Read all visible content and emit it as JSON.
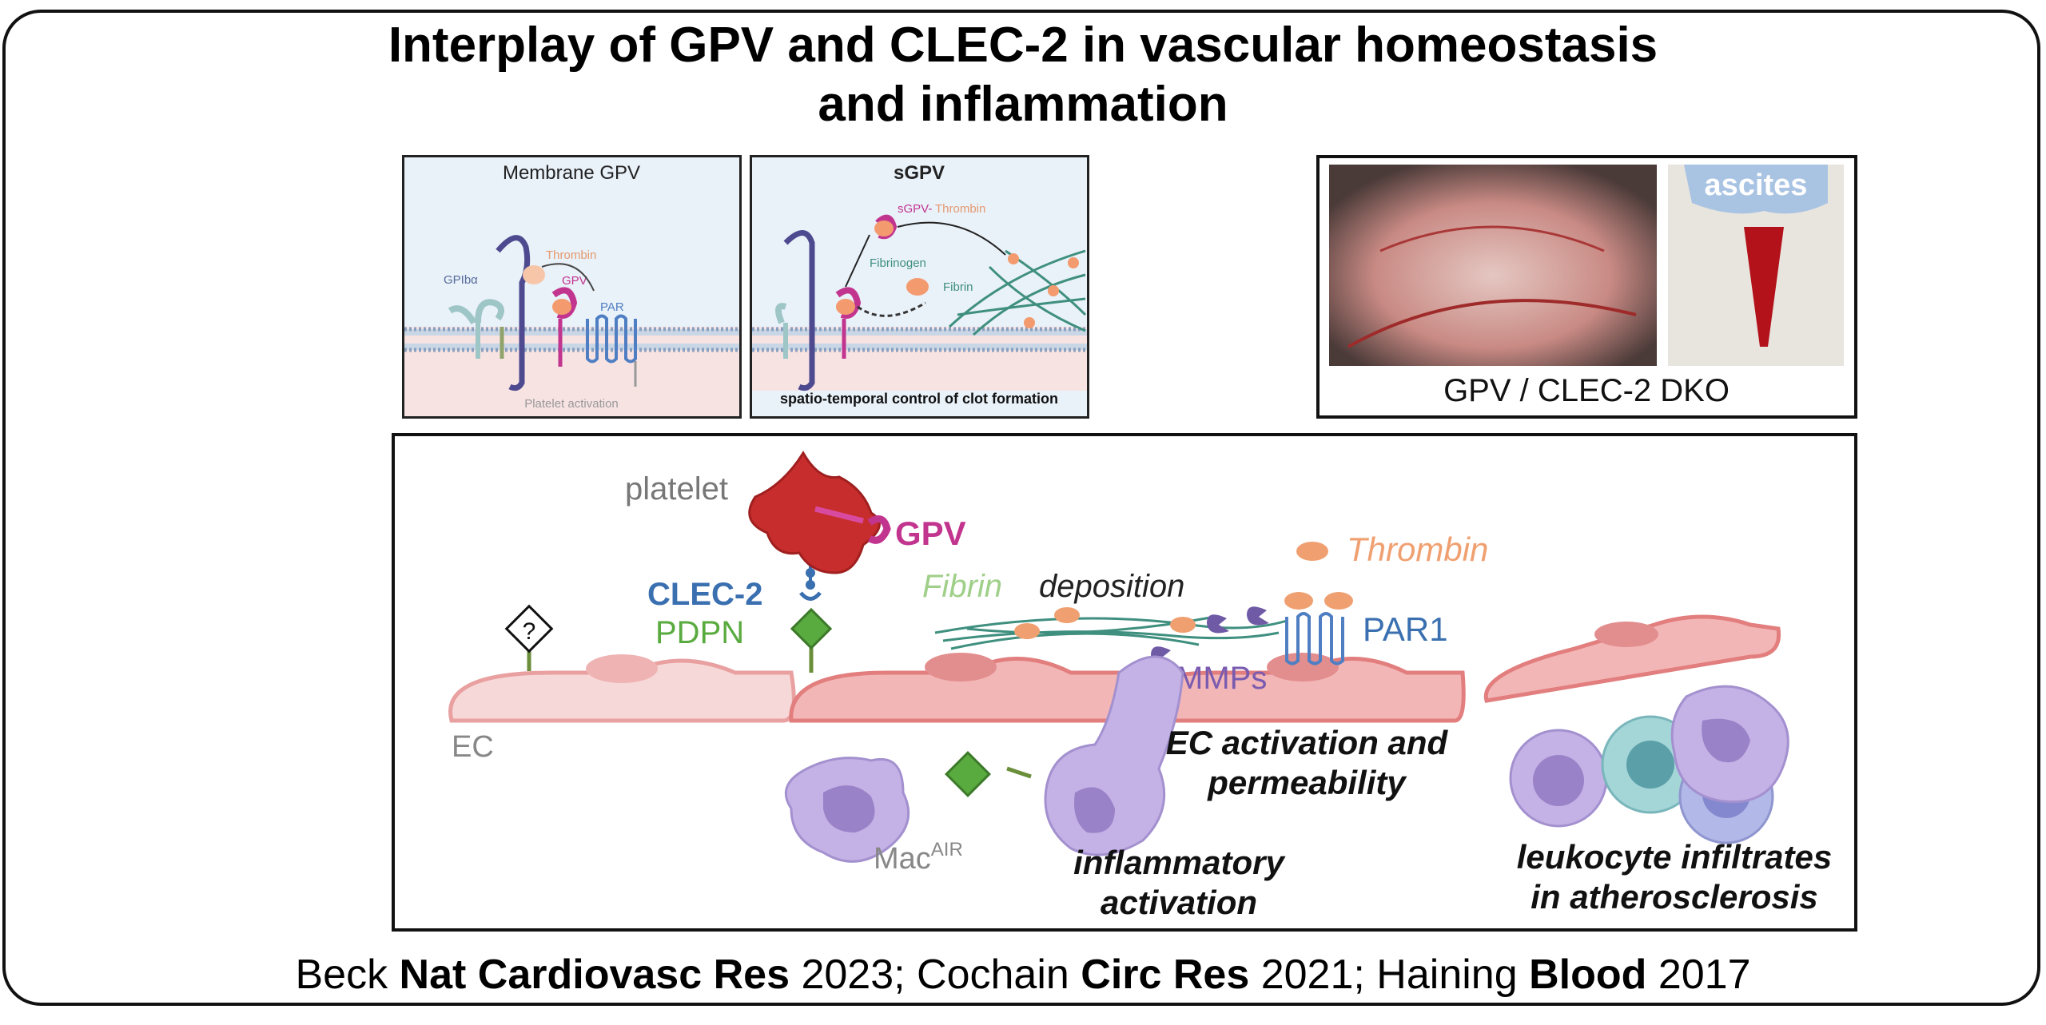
{
  "title": {
    "line1": "Interplay of GPV and CLEC-2 in vascular homeostasis",
    "line2": "and inflammation"
  },
  "panel_membrane": {
    "heading": "Membrane GPV",
    "labels": {
      "gpib": "GPIbα",
      "thrombin": "Thrombin",
      "gpv": "GPV",
      "par": "PAR",
      "activation": "Platelet activation"
    }
  },
  "panel_sgpv": {
    "heading": "sGPV",
    "labels": {
      "sgpv": "sGPV-",
      "thrombin": "Thrombin",
      "fibrinogen": "Fibrinogen",
      "fibrin": "Fibrin",
      "caption": "spatio-temporal control of clot formation"
    }
  },
  "panel_photo": {
    "ascites": "ascites",
    "caption": "GPV / CLEC-2 DKO"
  },
  "main_diagram": {
    "platelet": "platelet",
    "gpv": "GPV",
    "clec2": "CLEC-2",
    "pdpn": "PDPN",
    "question": "?",
    "ec": "EC",
    "fibrin": "Fibrin",
    "deposition": "deposition",
    "thrombin": "Thrombin",
    "par1": "PAR1",
    "mmps": "MMPs",
    "ec_activation_1": "EC activation and",
    "ec_activation_2": "permeability",
    "mac": "Mac",
    "mac_sup": "AIR",
    "inflammatory_1": "inflammatory",
    "inflammatory_2": "activation",
    "leukocyte_1": "leukocyte infiltrates",
    "leukocyte_2": "in atherosclerosis"
  },
  "citation": {
    "a1": "Beck ",
    "j1": "Nat Cardiovasc Res",
    "y1": " 2023; Cochain ",
    "j2": "Circ Res",
    "y2": " 2021; Haining ",
    "j3": "Blood",
    "y3": " 2017"
  },
  "colors": {
    "gpv_magenta": "#c2358f",
    "clec2_blue": "#3a6fb0",
    "pdpn_green": "#5aab3f",
    "thrombin_orange": "#f0a070",
    "ec_red": "#e98a8a",
    "mac_purple": "#b9a3dc"
  }
}
